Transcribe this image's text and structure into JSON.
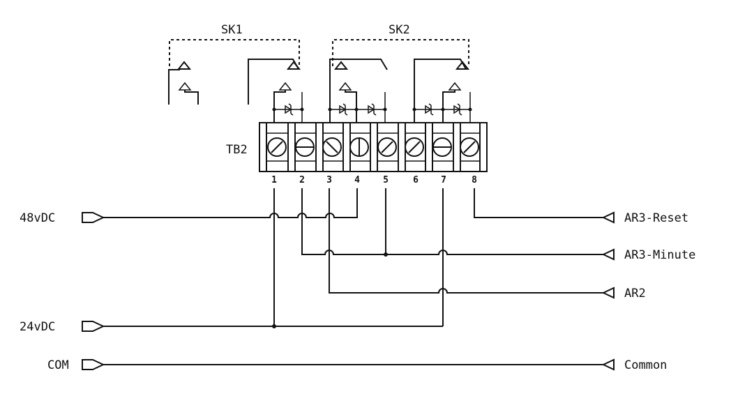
{
  "labels": {
    "sk1": "SK1",
    "sk2": "SK2",
    "tb2": "TB2",
    "in_48v": "48vDC",
    "in_24v": "24vDC",
    "in_com": "COM",
    "out_reset": "AR3-Reset",
    "out_minute": "AR3-Minute",
    "out_ar2": "AR2",
    "out_common": "Common"
  },
  "terminals": [
    "1",
    "2",
    "3",
    "4",
    "5",
    "6",
    "7",
    "8"
  ]
}
